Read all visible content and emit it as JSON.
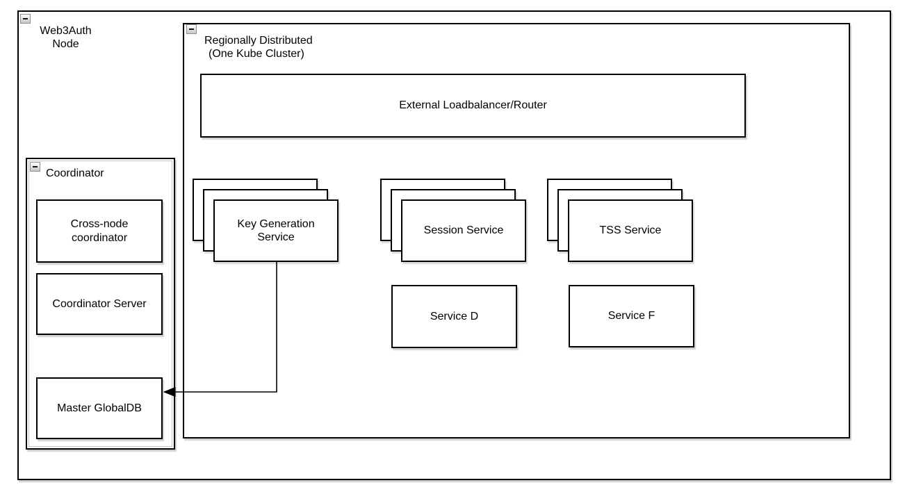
{
  "diagram": {
    "web3auth_node": {
      "label": [
        "Web3Auth",
        "Node"
      ],
      "collapse_icon": "minus"
    },
    "region": {
      "label": [
        "Regionally Distributed",
        "(One Kube Cluster)"
      ],
      "collapse_icon": "minus",
      "loadbalancer_label": "External Loadbalancer/Router",
      "stacks": [
        {
          "label": [
            "Key Generation",
            "Service"
          ],
          "copies": 3
        },
        {
          "label": [
            "Session Service"
          ],
          "copies": 3
        },
        {
          "label": [
            "TSS Service"
          ],
          "copies": 3
        }
      ],
      "services": [
        {
          "label": "Service D"
        },
        {
          "label": "Service F"
        }
      ]
    },
    "coordinator": {
      "label": "Coordinator",
      "collapse_icon": "minus",
      "boxes": [
        {
          "label": [
            "Cross-node",
            "coordinator"
          ]
        },
        {
          "label": [
            "Coordinator Server"
          ]
        },
        {
          "label": [
            "Master GlobalDB"
          ]
        }
      ]
    },
    "connections": [
      {
        "from": "Key Generation Service",
        "to": "Master GlobalDB",
        "style": "orthogonal-arrow"
      }
    ],
    "colors": {
      "stroke": "#000000",
      "fill": "#ffffff",
      "text": "#000000",
      "shadow": "#c9c9c9",
      "collapse_border": "#8f8f8f",
      "collapse_fill_top": "#ffffff",
      "collapse_fill_bottom": "#c6c6c6"
    }
  }
}
